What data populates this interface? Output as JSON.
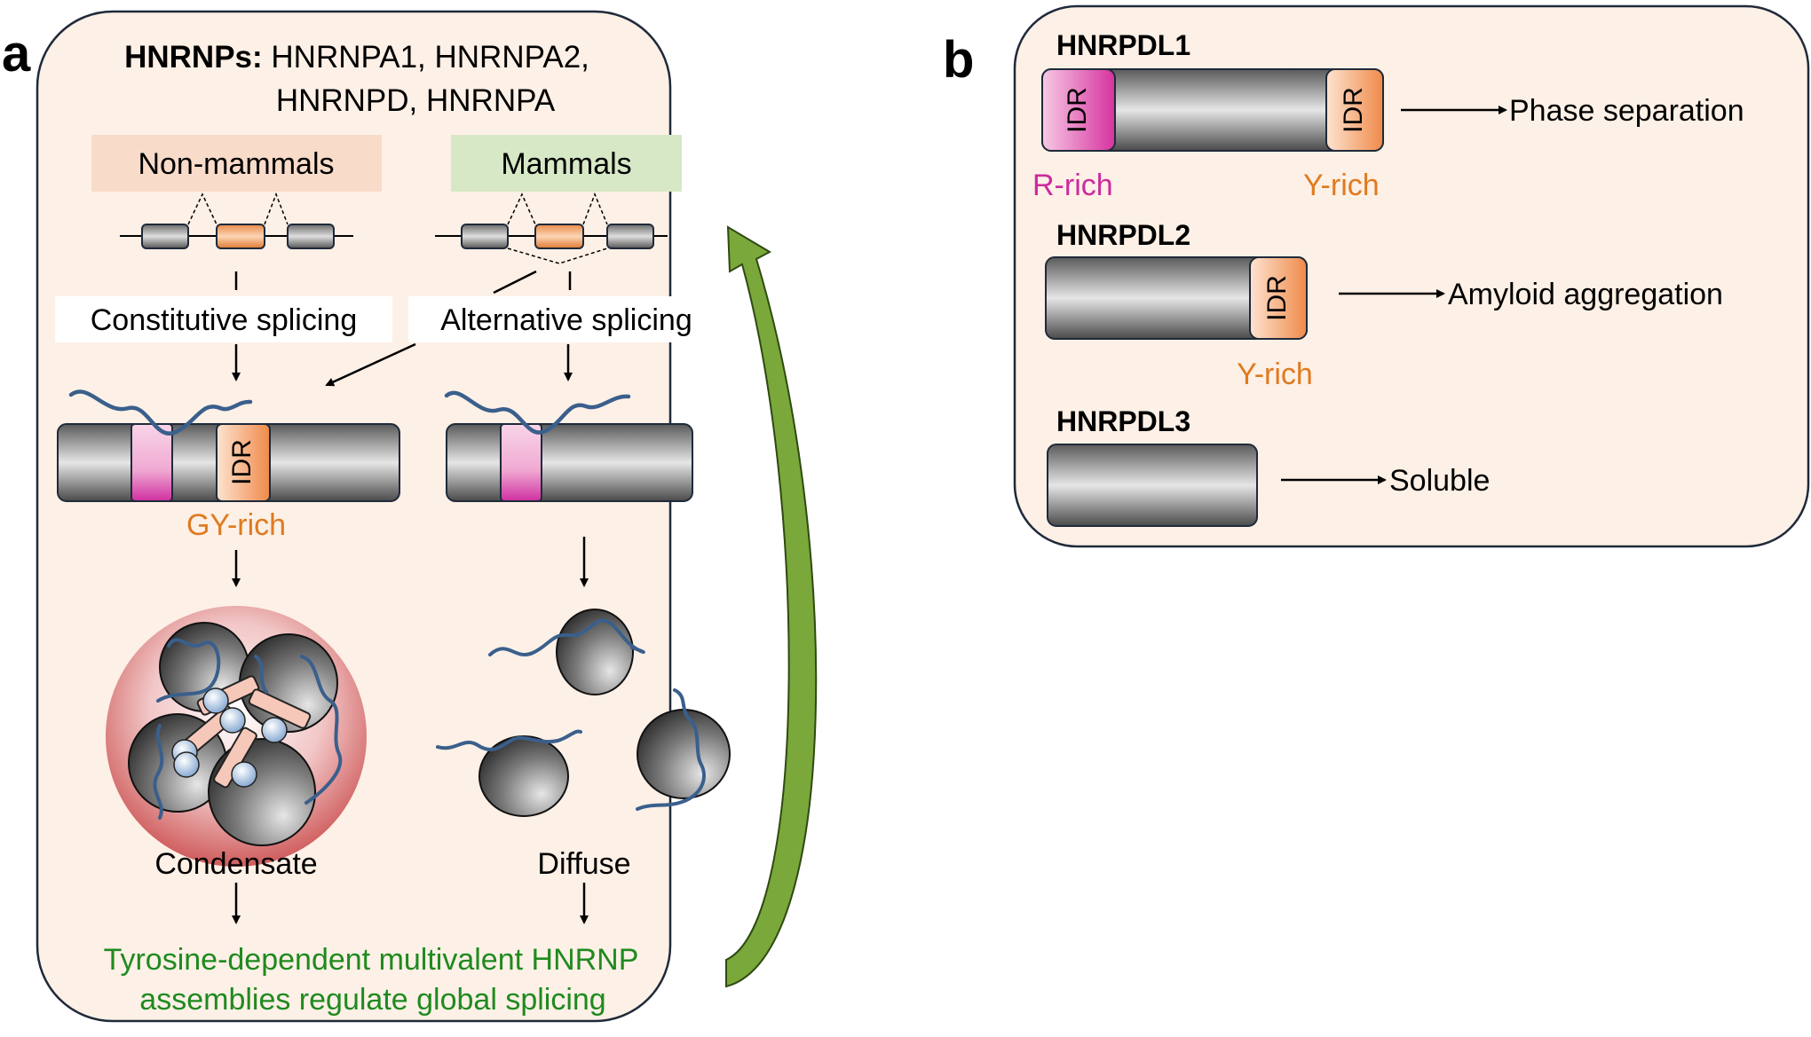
{
  "panel_a": {
    "letter": "a",
    "title_bold": "HNRNPs:",
    "title_rest": " HNRNPA1, HNRNPA2,",
    "title_line2": "HNRNPD, HNRNPA",
    "non_mammals_label": "Non-mammals",
    "mammals_label": "Mammals",
    "constitutive_label": "Constitutive splicing",
    "alternative_label": "Alternative splicing",
    "idr_label": "IDR",
    "gy_rich_label": "GY-rich",
    "condensate_label": "Condensate",
    "diffuse_label": "Diffuse",
    "conclusion_line1": "Tyrosine-dependent multivalent HNRNP",
    "conclusion_line2": "assemblies regulate global splicing"
  },
  "panel_b": {
    "letter": "b",
    "rows": [
      {
        "name": "HNRPDL1",
        "outcome": "Phase separation",
        "left_idr": "IDR",
        "right_idr": "IDR",
        "left_label": "R-rich",
        "right_label": "Y-rich"
      },
      {
        "name": "HNRPDL2",
        "outcome": "Amyloid aggregation",
        "right_idr": "IDR",
        "right_label": "Y-rich"
      },
      {
        "name": "HNRPDL3",
        "outcome": "Soluble"
      }
    ]
  },
  "colors": {
    "panel_fill": "#fdf0e6",
    "orange_text": "#e07a1f",
    "magenta_text": "#cc2a9e",
    "green_text": "#1f8a1f",
    "rna": "#3a5f8c",
    "arrow_green": "#6f9a2e"
  }
}
